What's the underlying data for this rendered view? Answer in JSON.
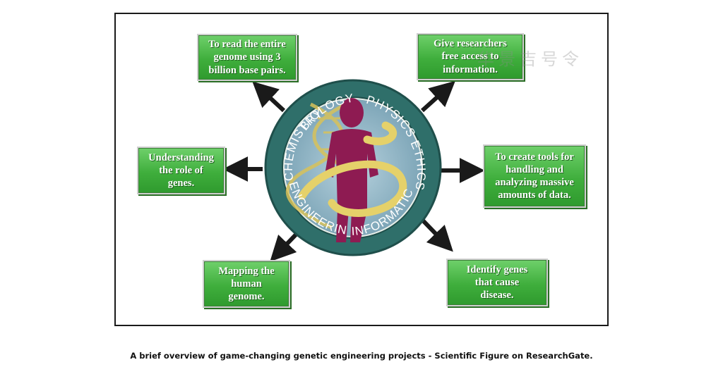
{
  "goals": {
    "read_genome": "To read the entire\ngenome using 3\nbillion base pairs.",
    "free_access": "Give researchers\nfree access to\ninformation.",
    "role_of_genes": "Understanding\nthe role of\ngenes.",
    "tools": "To create tools for\nhandling and\nanalyzing massive\namounts of data.",
    "mapping": "Mapping the\nhuman\ngenome.",
    "disease_genes": "Identify genes\nthat cause\ndisease."
  },
  "emblem": {
    "biology": "BIOLOGY",
    "physics": "PHYSICS",
    "ethics": "ETHICS",
    "chemistry": "CHEMISTRY",
    "engineering": "ENGINEERING",
    "informatics": "INFORMATICS"
  },
  "watermark": "华景吉号令",
  "caption": "A brief overview of game-changing genetic engineering projects - Scientific Figure on ResearchGate.",
  "colors": {
    "box_green": "#3fae3c",
    "ring_teal": "#2f6f6a",
    "figure_magenta": "#8e1b52",
    "ribbon_gold": "#d8c25a",
    "core_blue": "#8fb7c9"
  }
}
